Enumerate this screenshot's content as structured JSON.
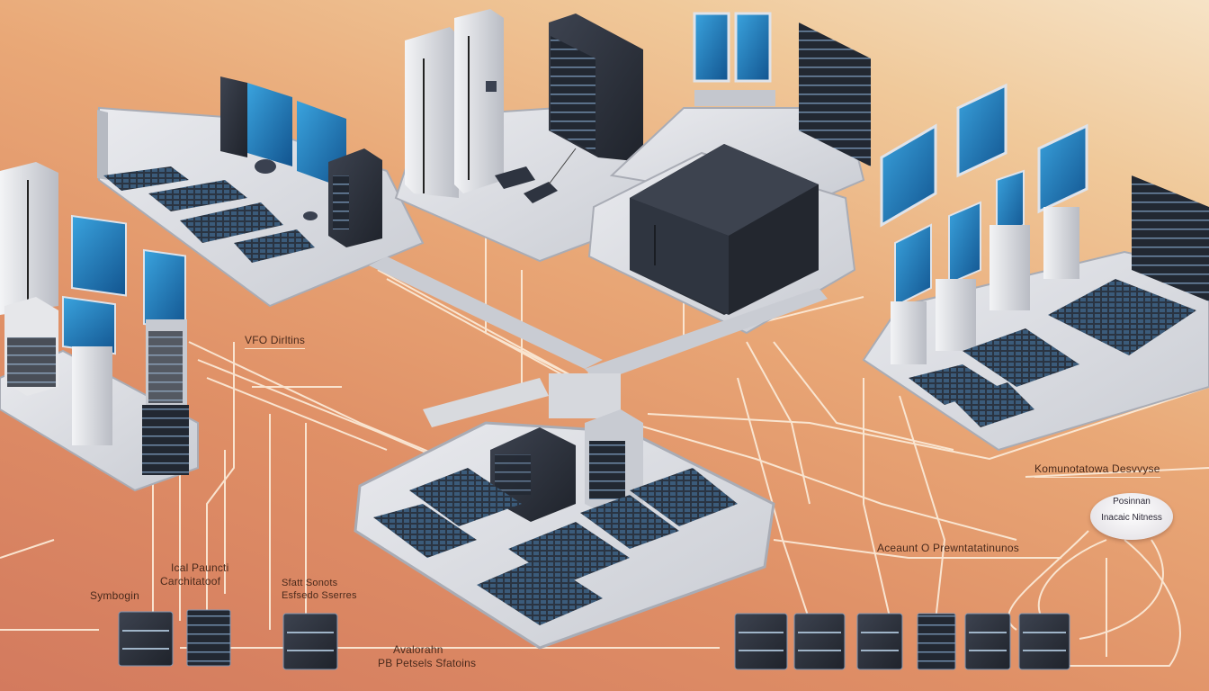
{
  "illustration": {
    "title": "Isometric network infrastructure diagram",
    "style": "isometric server rooms connected by cabling",
    "colors": {
      "background_top": "#f6e3c6",
      "background_mid": "#e9a877",
      "background_bottom": "#d37a5e",
      "platform": "#d9dbe0",
      "platform_edge": "#a9acb5",
      "rack_dark": "#2e3440",
      "screen_blue": "#1f7fbf",
      "cable": "#fbe9d6",
      "label_text": "#4a2a1c"
    }
  },
  "labels": {
    "vfo": "VFO Dirltins",
    "komunication": "Komunotatowa Desvvyse",
    "bubble_line1": "Posinnan",
    "bubble_line2": "Inacaic Nitness",
    "access": "Aceaunt O Prewntatatinunos",
    "ical_line1": "Ical Pauncti",
    "ical_line2": "Carchitatoof",
    "symbology": "Symbogin",
    "sfatt_line1": "Sfatt    Sonots",
    "sfatt_line2": "Esfsedo Sserres",
    "avalorahn_line1": "Avalorahn",
    "avalorahn_line2": "PB Petsels Sfatoins"
  },
  "rooms": [
    {
      "id": "left-rack-room",
      "items": [
        "tall cabinet",
        "monitor stands",
        "rack server"
      ]
    },
    {
      "id": "workstation-room",
      "items": [
        "dual monitors",
        "keyboards",
        "tower PC"
      ]
    },
    {
      "id": "server-cabinet-room",
      "items": [
        "white cabinets",
        "dark rack",
        "router"
      ]
    },
    {
      "id": "central-hub",
      "items": [
        "large dark enclosure"
      ]
    },
    {
      "id": "monitoring-room",
      "items": [
        "wall monitors",
        "rack panel"
      ]
    },
    {
      "id": "right-operations-room",
      "items": [
        "monitor stands",
        "keyboard consoles",
        "rack panel"
      ]
    },
    {
      "id": "bottom-cluster",
      "items": [
        "server blocks",
        "keyboard consoles"
      ]
    }
  ],
  "bottom_servers": {
    "left_count": 3,
    "right_count": 6
  }
}
